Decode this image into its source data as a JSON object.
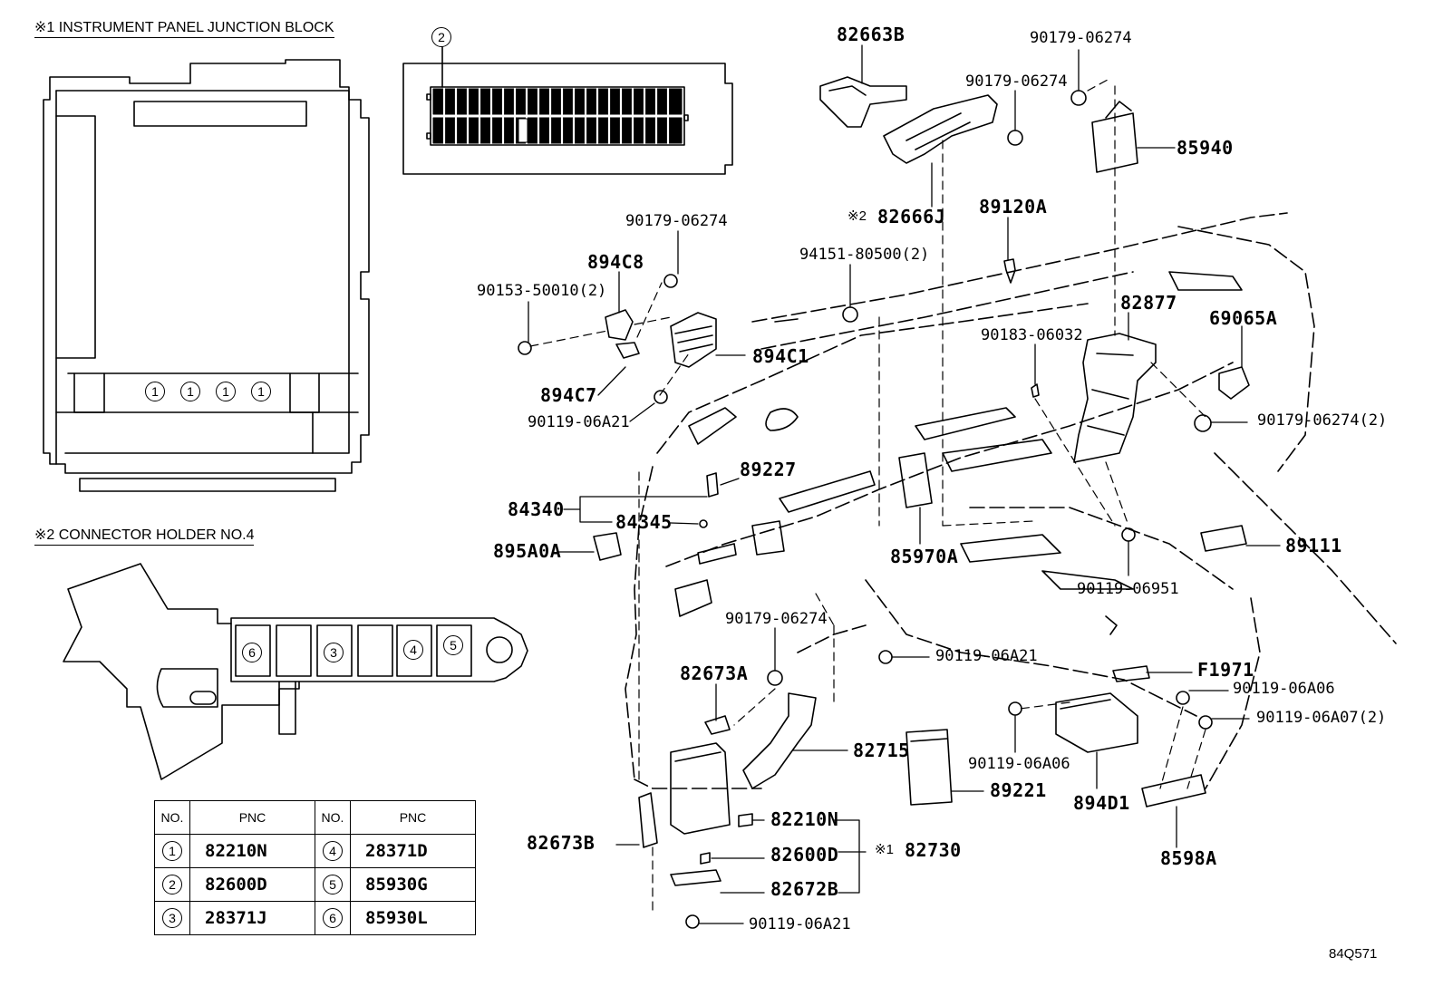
{
  "sections": {
    "junction_block_title": "※1 INSTRUMENT PANEL JUNCTION BLOCK",
    "connector_holder_title": "※2 CONNECTOR HOLDER NO.4"
  },
  "junction_block_markers": [
    "1",
    "1",
    "1",
    "1"
  ],
  "fuse_block_marker": "2",
  "connector_holder_markers": [
    "6",
    "3",
    "4",
    "5"
  ],
  "callouts": {
    "p82663B": "82663B",
    "p90179_06274_a": "90179-06274",
    "p90179_06274_b": "90179-06274",
    "p85940": "85940",
    "p82666J_mark": "※2",
    "p82666J": "82666J",
    "p89120A": "89120A",
    "p90179_06274_c": "90179-06274",
    "p894C8": "894C8",
    "p90153_50010": "90153-50010(2)",
    "p94151_80500": "94151-80500(2)",
    "p82877": "82877",
    "p69065A": "69065A",
    "p90183_06032": "90183-06032",
    "p894C1": "894C1",
    "p894C7": "894C7",
    "p90119_06A21_a": "90119-06A21",
    "p90179_06274_2": "90179-06274(2)",
    "p89227": "89227",
    "p84340": "84340",
    "p84345": "84345",
    "p895A0A": "895A0A",
    "p85970A": "85970A",
    "p89111": "89111",
    "p90119_06951": "90119-06951",
    "p90179_06274_d": "90179-06274",
    "p90119_06A21_b": "90119-06A21",
    "p82673A": "82673A",
    "pF1971": "F1971",
    "p90119_06A06_a": "90119-06A06",
    "p90119_06A07": "90119-06A07(2)",
    "p82715": "82715",
    "p90119_06A06_b": "90119-06A06",
    "p89221": "89221",
    "p894D1": "894D1",
    "p82210N": "82210N",
    "p82673B": "82673B",
    "p82600D": "82600D",
    "p82730_mark": "※1",
    "p82730": "82730",
    "p82672B": "82672B",
    "p8598A": "8598A",
    "p90119_06A21_c": "90119-06A21"
  },
  "pnc_table": {
    "headers": [
      "NO.",
      "PNC",
      "NO.",
      "PNC"
    ],
    "rows": [
      [
        {
          "no": "1",
          "pnc": "82210N"
        },
        {
          "no": "4",
          "pnc": "28371D"
        }
      ],
      [
        {
          "no": "2",
          "pnc": "82600D"
        },
        {
          "no": "5",
          "pnc": "85930G"
        }
      ],
      [
        {
          "no": "3",
          "pnc": "28371J"
        },
        {
          "no": "6",
          "pnc": "85930L"
        }
      ]
    ]
  },
  "illustration_code": "84Q571"
}
